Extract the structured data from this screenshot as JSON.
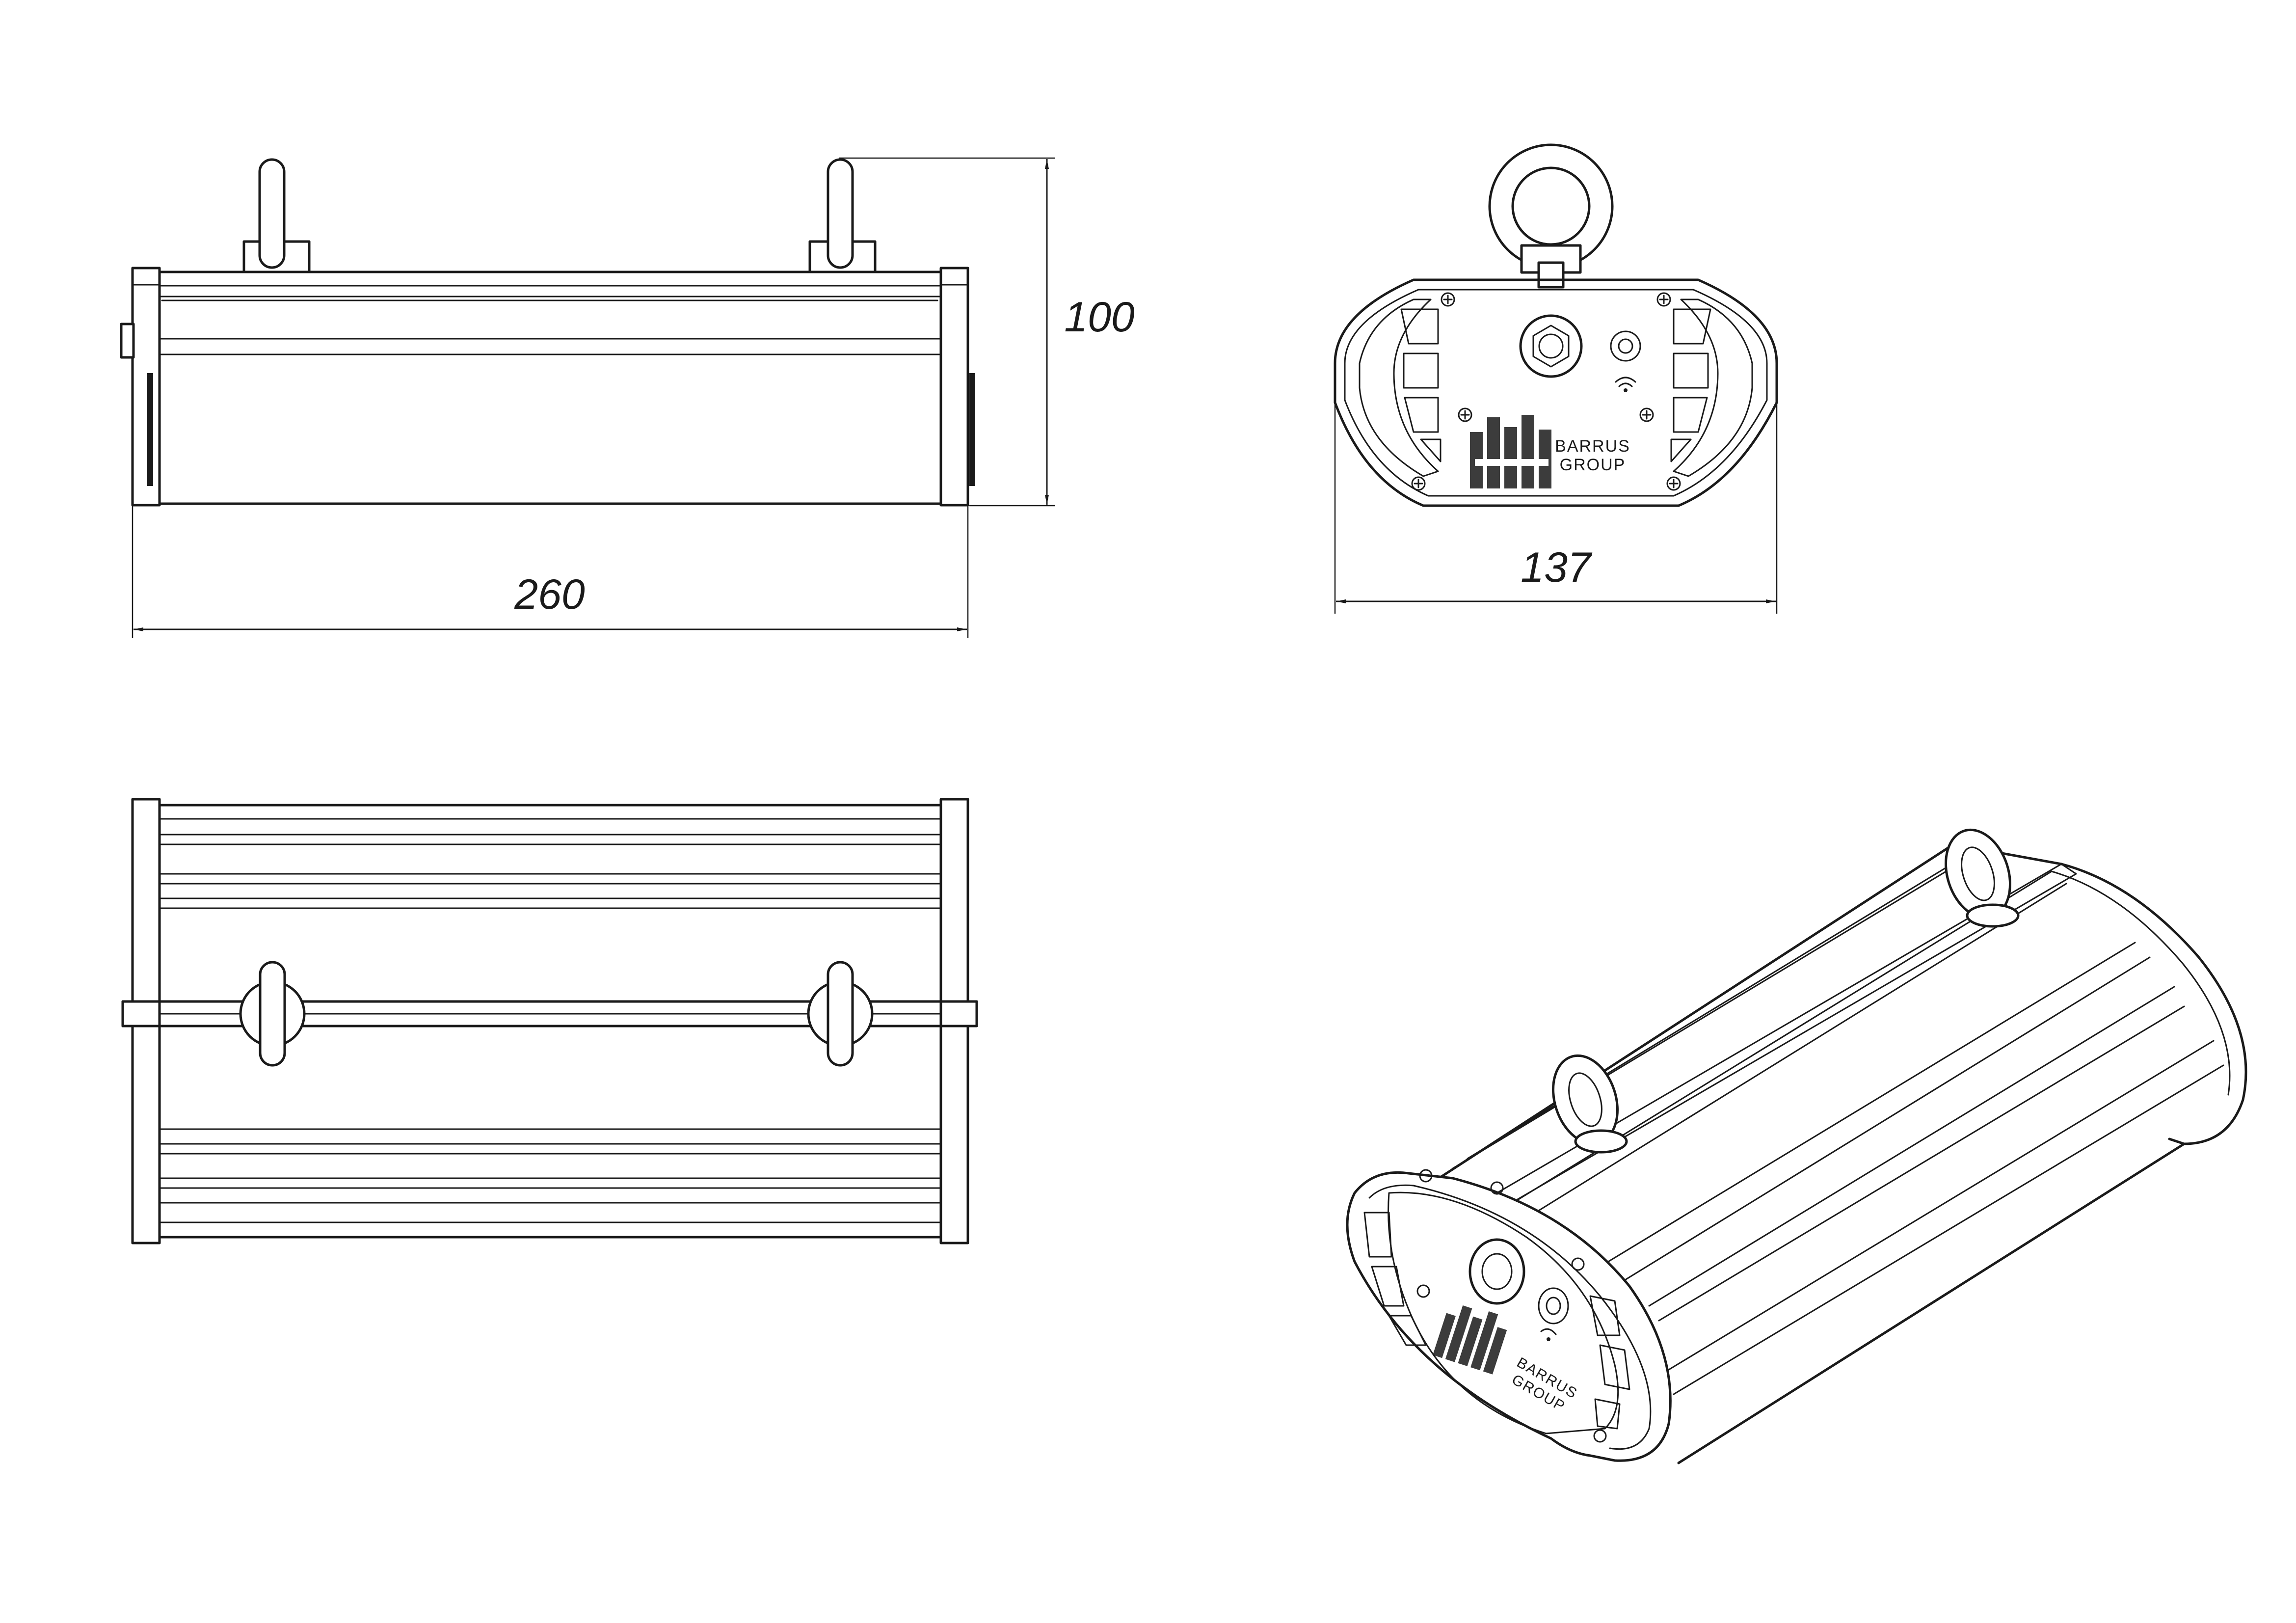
{
  "dimensions": {
    "length": "260",
    "height": "100",
    "width": "137"
  },
  "brand": {
    "line1": "BARRUS",
    "line2": "GROUP"
  }
}
